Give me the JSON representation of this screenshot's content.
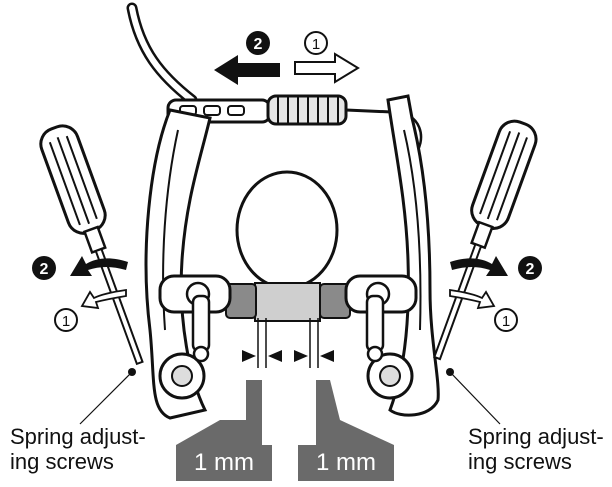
{
  "captions": {
    "left_line1": "Spring adjust-",
    "left_line2": "ing screws",
    "right_line1": "Spring adjust-",
    "right_line2": "ing screws"
  },
  "clearance": {
    "left": "1 mm",
    "right": "1 mm"
  },
  "steps": {
    "one": "1",
    "two": "2"
  },
  "colors": {
    "line": "#111111",
    "gray_callout": "#6a6a6a",
    "light_gray": "#cfcfcf"
  }
}
